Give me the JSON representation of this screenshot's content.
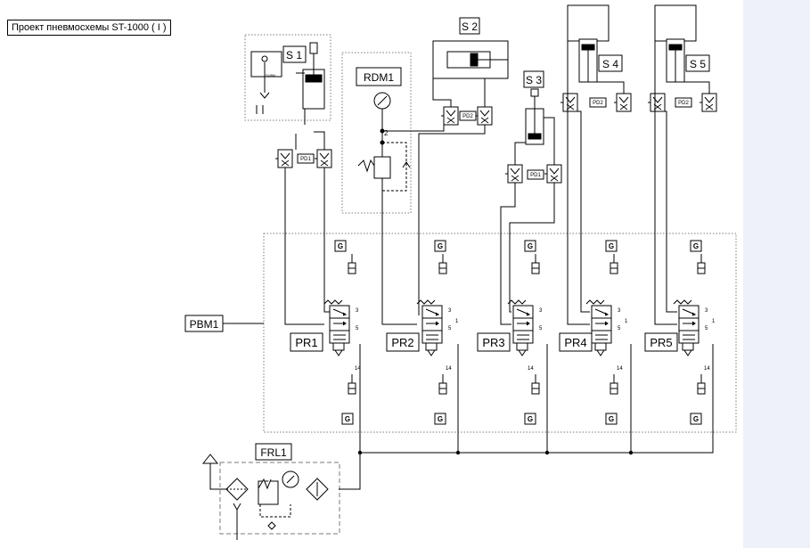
{
  "title": "Проект пневмосхемы ST-1000 ( I )",
  "labels": {
    "s1": "S 1",
    "s2": "S 2",
    "s3": "S 3",
    "s4": "S 4",
    "s5": "S 5",
    "rdm1": "RDM1",
    "pbm1": "PBM1",
    "frl1": "FRL1",
    "pr1": "PR1",
    "pr2": "PR2",
    "pr3": "PR3",
    "pr4": "PR4",
    "pr5": "PR5",
    "gauge_tag": "G",
    "port_3": "3",
    "port_5": "5",
    "port_1": "1",
    "port_14": "14",
    "port_2": "2",
    "pd1": "PD1",
    "pd2": "PD2",
    "s1_sensor": "SUBN"
  },
  "colors": {
    "line": "#000000",
    "dotted": "#7a7a7a",
    "panel": "#eef1f8"
  }
}
